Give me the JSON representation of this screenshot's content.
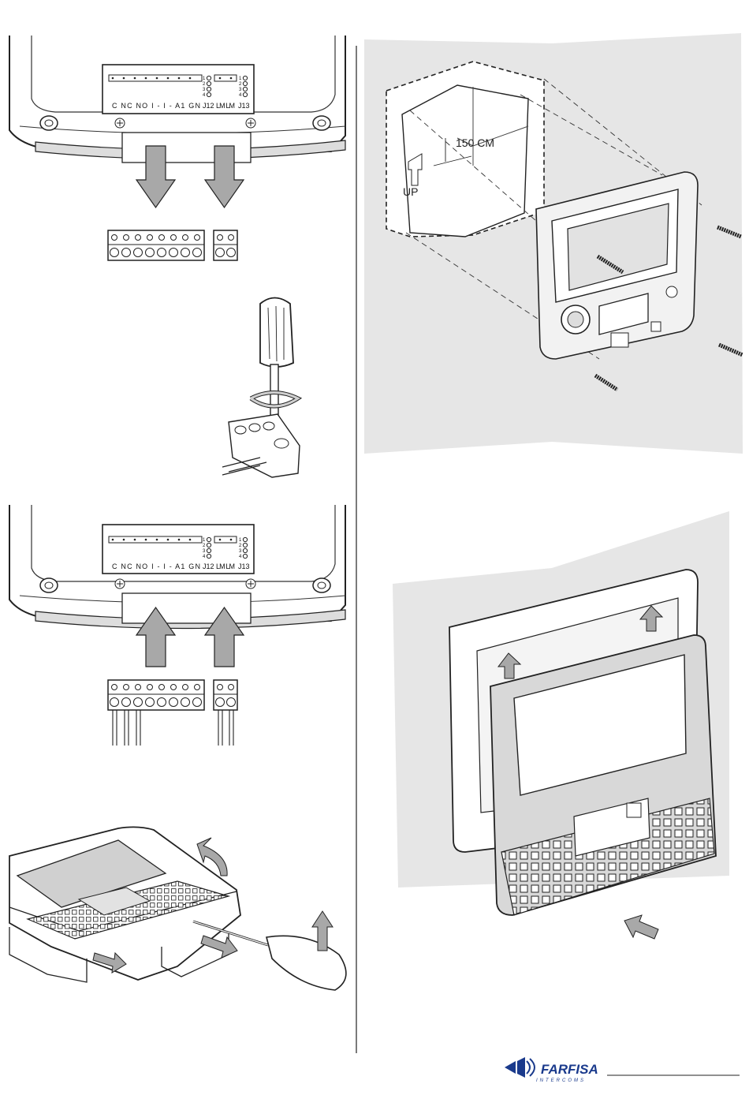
{
  "panel1": {
    "terminals_main": "C  NC NO  I  -  I  -  A1 GN",
    "j12": "J12",
    "terminals_loud": "LM LM",
    "j13": "J13",
    "pins": [
      "1",
      "2",
      "3",
      "4"
    ]
  },
  "panel3": {
    "terminals_main": "C  NC NO  I  -  I  -  A1 GN",
    "j12": "J12",
    "terminals_loud": "LM LM",
    "j13": "J13",
    "pins": [
      "1",
      "2",
      "3",
      "4"
    ]
  },
  "box": {
    "height_label": "150 CM",
    "up_label": "UP"
  },
  "footer": {
    "brand": "FARFISA",
    "brand_sub": "INTERCOMS"
  },
  "colors": {
    "arrow": "#a8a8a8",
    "wall": "#e6e6e6",
    "brand": "#1a3a8c"
  }
}
